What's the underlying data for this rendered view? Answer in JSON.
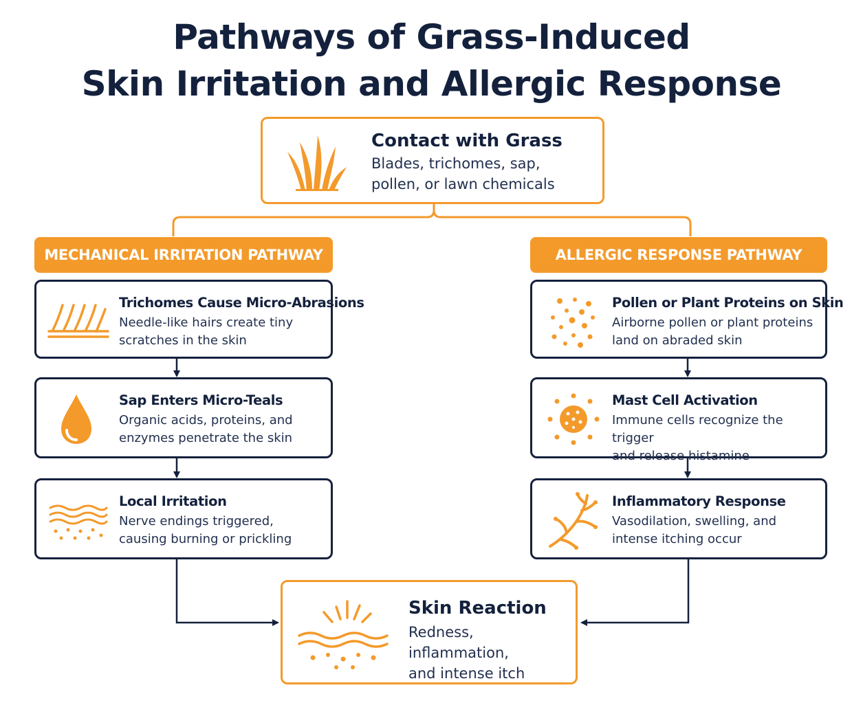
{
  "title": {
    "line1": "Pathways of Grass-Induced",
    "line2": "Skin Irritation and Allergic Response"
  },
  "colors": {
    "navy": "#14213d",
    "orange": "#f39a2b",
    "white": "#ffffff"
  },
  "start": {
    "title": "Contact with Grass",
    "desc_line1": "Blades, trichomes, sap,",
    "desc_line2": "pollen, or lawn chemicals",
    "icon": "grass-icon"
  },
  "pathways": {
    "mechanical": {
      "header": "MECHANICAL IRRITATION PATHWAY",
      "steps": [
        {
          "title": "Trichomes Cause Micro-Abrasions",
          "desc_line1": "Needle-like hairs create tiny",
          "desc_line2": "scratches in the skin",
          "icon": "trichome-hairs-icon"
        },
        {
          "title": "Sap Enters Micro-Teals",
          "desc_line1": "Organic acids, proteins, and",
          "desc_line2": "enzymes penetrate the skin",
          "icon": "sap-drop-icon"
        },
        {
          "title": "Local Irritation",
          "desc_line1": "Nerve endings triggered,",
          "desc_line2": "causing burning or prickling",
          "icon": "skin-waves-icon"
        }
      ]
    },
    "allergic": {
      "header": "ALLERGIC RESPONSE PATHWAY",
      "steps": [
        {
          "title": "Pollen or Plant Proteins on Skin",
          "desc_line1": "Airborne pollen or plant proteins",
          "desc_line2": "land on abraded skin",
          "icon": "pollen-dots-icon"
        },
        {
          "title": "Mast Cell Activation",
          "desc_line1": "Immune cells recognize the trigger",
          "desc_line2": "and release histamine",
          "icon": "mast-cell-icon"
        },
        {
          "title": "Inflammatory Response",
          "desc_line1": "Vasodilation, swelling, and",
          "desc_line2": "intense itching occur",
          "icon": "nerve-branch-icon"
        }
      ]
    }
  },
  "outcome": {
    "title": "Skin Reaction",
    "desc_line1": "Redness, inflammation,",
    "desc_line2": "and intense itch",
    "icon": "irritated-skin-icon"
  }
}
